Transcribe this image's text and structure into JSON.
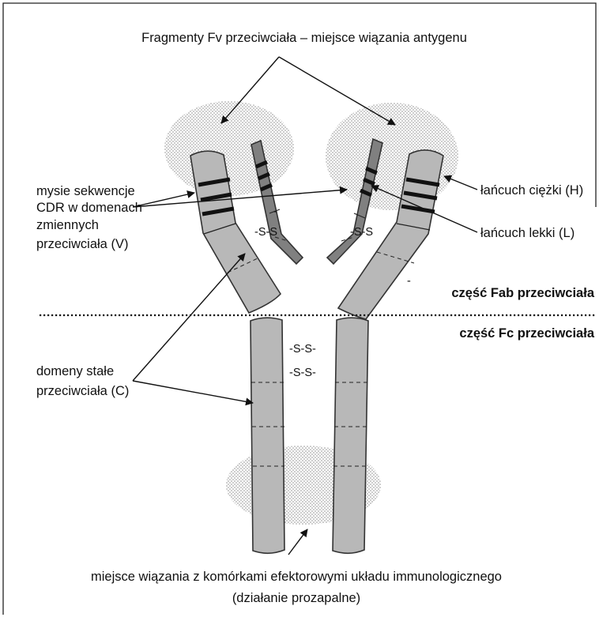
{
  "labels": {
    "fv_fragments": "Fragmenty Fv przeciwciała – miejsce wiązania antygenu",
    "cdr_line1": "mysie sekwencje",
    "cdr_line2": "CDR w domenach",
    "cdr_line3": "zmiennych",
    "cdr_line4": "przeciwciała (V)",
    "heavy_chain": "łańcuch ciężki (H)",
    "light_chain": "łańcuch lekki (L)",
    "fab_part": "część Fab przeciwciała",
    "fc_part": "część Fc przeciwciała",
    "constant_line1": "domeny stałe",
    "constant_line2": "przeciwciała (C)",
    "effector_line1": "miejsce wiązania z komórkami efektorowymi układu immunologicznego",
    "effector_line2": "(działanie prozapalne)"
  },
  "bonds": {
    "light_heavy_left": "-S-S",
    "light_heavy_right": "-S-S",
    "hinge_top": "-S-S-",
    "hinge_bottom": "-S-S-"
  },
  "colors": {
    "heavy_chain_fill": "#b8b8b8",
    "light_chain_fill": "#808080",
    "stipple": "#9a9a9a"
  }
}
